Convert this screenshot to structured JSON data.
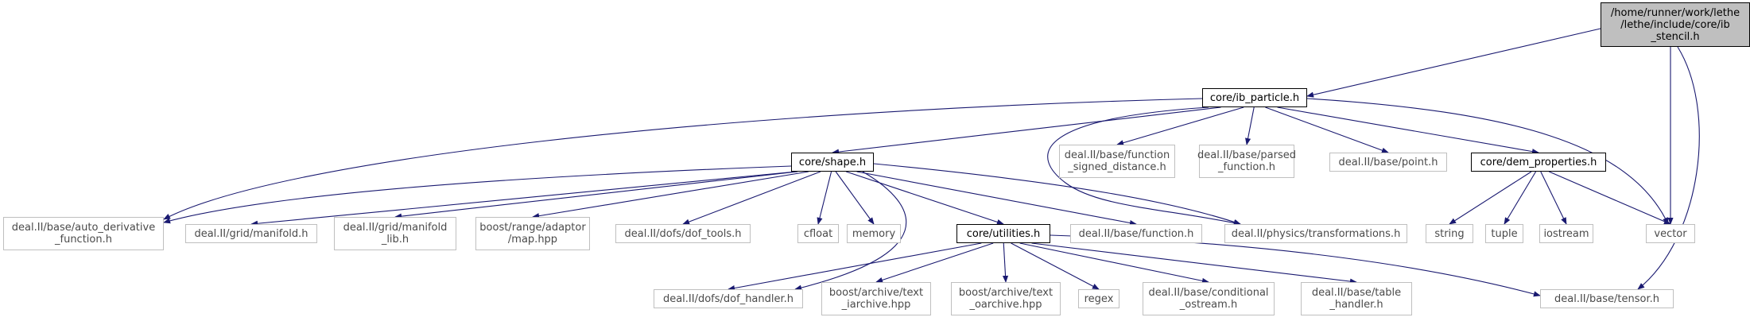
{
  "colors": {
    "edge": "#191970",
    "external_border": "#bfbfbf",
    "root_fill": "#bfbfbf"
  },
  "nodes": [
    {
      "id": "ib_stencil",
      "kind": "root",
      "lines": [
        "/home/runner/work/lethe",
        "/lethe/include/core/ib",
        "_stencil.h"
      ]
    },
    {
      "id": "ib_particle",
      "kind": "int",
      "lines": [
        "core/ib_particle.h"
      ]
    },
    {
      "id": "shape",
      "kind": "int",
      "lines": [
        "core/shape.h"
      ]
    },
    {
      "id": "fn_sd",
      "kind": "ext",
      "lines": [
        "deal.II/base/function",
        "_signed_distance.h"
      ]
    },
    {
      "id": "parsed",
      "kind": "ext",
      "lines": [
        "deal.II/base/parsed",
        "_function.h"
      ]
    },
    {
      "id": "point",
      "kind": "ext",
      "lines": [
        "deal.II/base/point.h"
      ]
    },
    {
      "id": "dem",
      "kind": "int",
      "lines": [
        "core/dem_properties.h"
      ]
    },
    {
      "id": "auto",
      "kind": "ext",
      "lines": [
        "deal.II/base/auto_derivative",
        "_function.h"
      ]
    },
    {
      "id": "manifold",
      "kind": "ext",
      "lines": [
        "deal.II/grid/manifold.h"
      ]
    },
    {
      "id": "manifold_lib",
      "kind": "ext",
      "lines": [
        "deal.II/grid/manifold",
        "_lib.h"
      ]
    },
    {
      "id": "boost_map",
      "kind": "ext",
      "lines": [
        "boost/range/adaptor",
        "/map.hpp"
      ]
    },
    {
      "id": "dof_tools",
      "kind": "ext",
      "lines": [
        "deal.II/dofs/dof_tools.h"
      ]
    },
    {
      "id": "cfloat",
      "kind": "ext",
      "lines": [
        "cfloat"
      ]
    },
    {
      "id": "memory",
      "kind": "ext",
      "lines": [
        "memory"
      ]
    },
    {
      "id": "utilities",
      "kind": "int",
      "lines": [
        "core/utilities.h"
      ]
    },
    {
      "id": "function",
      "kind": "ext",
      "lines": [
        "deal.II/base/function.h"
      ]
    },
    {
      "id": "transform",
      "kind": "ext",
      "lines": [
        "deal.II/physics/transformations.h"
      ]
    },
    {
      "id": "string",
      "kind": "ext",
      "lines": [
        "string"
      ]
    },
    {
      "id": "tuple",
      "kind": "ext",
      "lines": [
        "tuple"
      ]
    },
    {
      "id": "iostream",
      "kind": "ext",
      "lines": [
        "iostream"
      ]
    },
    {
      "id": "vector",
      "kind": "ext",
      "lines": [
        "vector"
      ]
    },
    {
      "id": "dof_handler",
      "kind": "ext",
      "lines": [
        "deal.II/dofs/dof_handler.h"
      ]
    },
    {
      "id": "text_iarchive",
      "kind": "ext",
      "lines": [
        "boost/archive/text",
        "_iarchive.hpp"
      ]
    },
    {
      "id": "text_oarchive",
      "kind": "ext",
      "lines": [
        "boost/archive/text",
        "_oarchive.hpp"
      ]
    },
    {
      "id": "regex",
      "kind": "ext",
      "lines": [
        "regex"
      ]
    },
    {
      "id": "cond_ostream",
      "kind": "ext",
      "lines": [
        "deal.II/base/conditional",
        "_ostream.h"
      ]
    },
    {
      "id": "table_handler",
      "kind": "ext",
      "lines": [
        "deal.II/base/table",
        "_handler.h"
      ]
    },
    {
      "id": "tensor",
      "kind": "ext",
      "lines": [
        "deal.II/base/tensor.h"
      ]
    }
  ],
  "edges": [
    [
      "ib_stencil",
      "ib_particle"
    ],
    [
      "ib_stencil",
      "vector"
    ],
    [
      "ib_stencil",
      "tensor"
    ],
    [
      "ib_particle",
      "auto"
    ],
    [
      "ib_particle",
      "shape"
    ],
    [
      "ib_particle",
      "transform"
    ],
    [
      "ib_particle",
      "fn_sd"
    ],
    [
      "ib_particle",
      "parsed"
    ],
    [
      "ib_particle",
      "point"
    ],
    [
      "ib_particle",
      "dem"
    ],
    [
      "ib_particle",
      "vector"
    ],
    [
      "shape",
      "auto"
    ],
    [
      "shape",
      "manifold"
    ],
    [
      "shape",
      "manifold_lib"
    ],
    [
      "shape",
      "boost_map"
    ],
    [
      "shape",
      "dof_tools"
    ],
    [
      "shape",
      "cfloat"
    ],
    [
      "shape",
      "memory"
    ],
    [
      "shape",
      "dof_handler"
    ],
    [
      "shape",
      "utilities"
    ],
    [
      "shape",
      "function"
    ],
    [
      "shape",
      "transform"
    ],
    [
      "dem",
      "string"
    ],
    [
      "dem",
      "tuple"
    ],
    [
      "dem",
      "iostream"
    ],
    [
      "dem",
      "vector"
    ],
    [
      "utilities",
      "dof_handler"
    ],
    [
      "utilities",
      "text_iarchive"
    ],
    [
      "utilities",
      "text_oarchive"
    ],
    [
      "utilities",
      "regex"
    ],
    [
      "utilities",
      "cond_ostream"
    ],
    [
      "utilities",
      "table_handler"
    ],
    [
      "utilities",
      "tensor"
    ]
  ]
}
